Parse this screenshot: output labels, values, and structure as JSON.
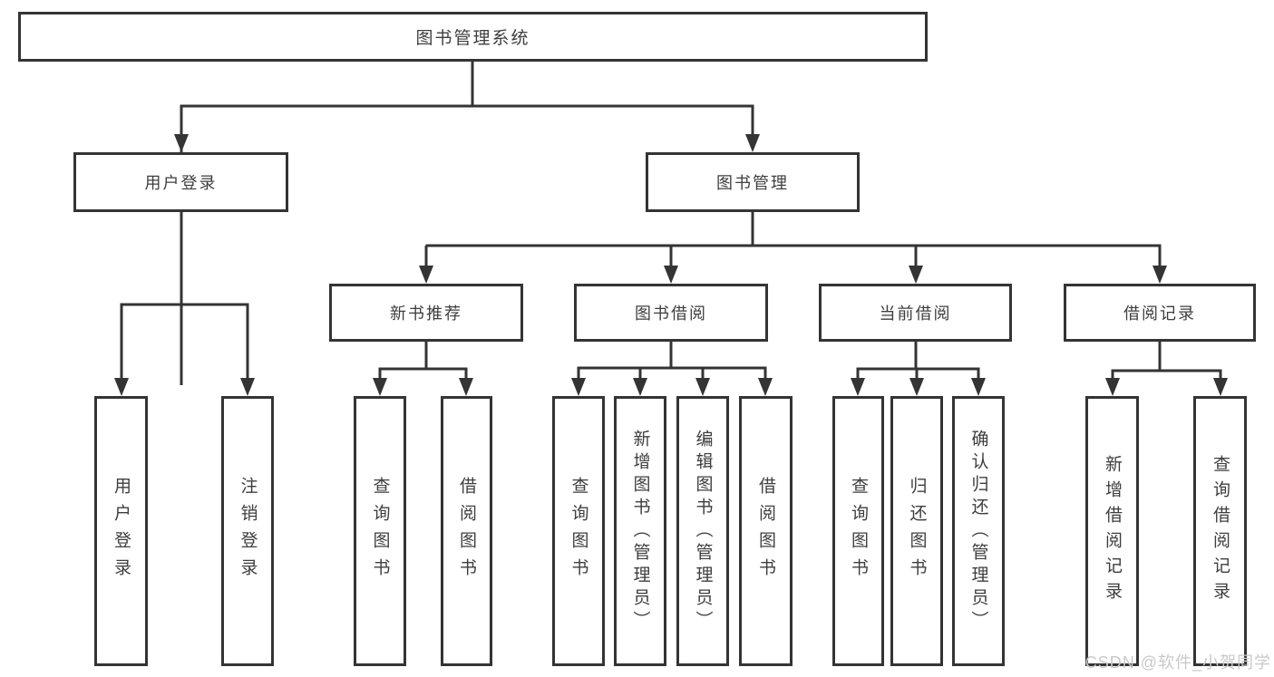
{
  "diagram": {
    "type": "hierarchy-function-structure",
    "root": {
      "label": "图书管理系统"
    },
    "level2": {
      "user_login": {
        "label": "用户登录"
      },
      "book_mgmt": {
        "label": "图书管理"
      }
    },
    "level3": {
      "new_book_rec": {
        "label": "新书推荐",
        "parent": "图书管理"
      },
      "book_borrow": {
        "label": "图书借阅",
        "parent": "图书管理"
      },
      "current_borrow": {
        "label": "当前借阅",
        "parent": "图书管理"
      },
      "borrow_records": {
        "label": "借阅记录",
        "parent": "图书管理"
      }
    },
    "leaves": {
      "login_user_login": {
        "label": "用户登录",
        "parent": "用户登录"
      },
      "login_logout": {
        "label": "注销登录",
        "parent": "用户登录"
      },
      "rec_query_books": {
        "label": "查询图书",
        "parent": "新书推荐"
      },
      "rec_borrow_books": {
        "label": "借阅图书",
        "parent": "新书推荐"
      },
      "bb_query_books": {
        "label": "查询图书",
        "parent": "图书借阅"
      },
      "bb_add_books": {
        "label": "新增图书（管理员）",
        "parent": "图书借阅"
      },
      "bb_edit_books": {
        "label": "编辑图书（管理员）",
        "parent": "图书借阅"
      },
      "bb_borrow_books": {
        "label": "借阅图书",
        "parent": "图书借阅"
      },
      "cb_query_books": {
        "label": "查询图书",
        "parent": "当前借阅"
      },
      "cb_return_books": {
        "label": "归还图书",
        "parent": "当前借阅"
      },
      "cb_confirm_return": {
        "label": "确认归还（管理员）",
        "parent": "当前借阅"
      },
      "br_add_record": {
        "label": "新增借阅记录",
        "parent": "借阅记录"
      },
      "br_query_record": {
        "label": "查询借阅记录",
        "parent": "借阅记录"
      }
    }
  },
  "watermark": {
    "text": "CSDN @软件_小贺同学"
  },
  "colors": {
    "line": "#343434",
    "text": "#3e3e3e",
    "background": "#ffffff",
    "watermark": "#c9c9c9"
  }
}
